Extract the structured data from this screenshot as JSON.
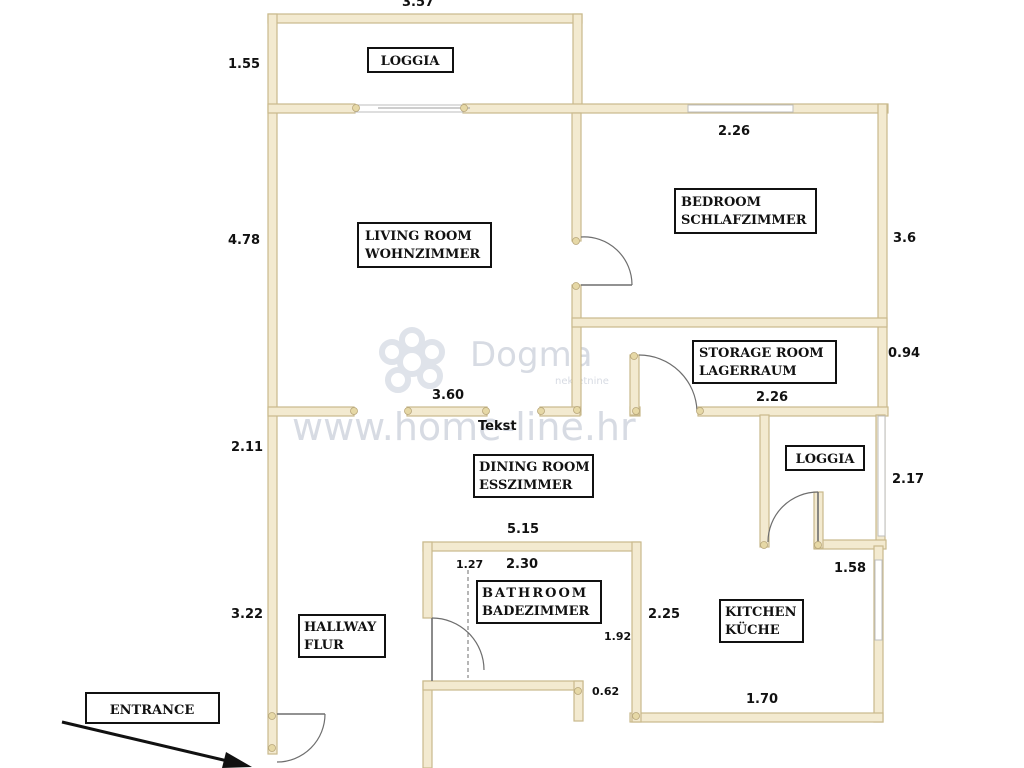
{
  "rooms": {
    "loggia_top": "LOGGIA",
    "living_1": "LIVING ROOM",
    "living_2": "WOHNZIMMER",
    "bedroom_1": "BEDROOM",
    "bedroom_2": "SCHLAFZIMMER",
    "storage_1": "STORAGE ROOM",
    "storage_2": "LAGERRAUM",
    "dining_1": "DINING ROOM",
    "dining_2": "ESSZIMMER",
    "loggia_right": "LOGGIA",
    "bathroom_1": "BATHROOM",
    "bathroom_2": "BADEZIMMER",
    "kitchen_1": "KITCHEN",
    "kitchen_2": "KÜCHE",
    "hallway_1": "HALLWAY",
    "hallway_2": "FLUR",
    "entrance": "ENTRANCE"
  },
  "dimensions": {
    "top": "3.57",
    "loggia_h": "1.55",
    "bed_w": "2.26",
    "living_h": "4.78",
    "bed_h": "3.6",
    "storage_h": "0.94",
    "living_w": "3.60",
    "storage_w": "2.26",
    "dining_h": "2.11",
    "loggia2_h": "2.17",
    "hall_w": "5.15",
    "kitchen_w": "1.58",
    "d127": "1.27",
    "d230": "2.30",
    "hall_h": "3.22",
    "d225": "2.25",
    "d192": "1.92",
    "d062": "0.62",
    "d170": "1.70"
  },
  "text_marker": "Tekst",
  "watermark": {
    "brand": "Dogma",
    "tagline": "nekretnine",
    "site": "www.home-line.hr"
  }
}
